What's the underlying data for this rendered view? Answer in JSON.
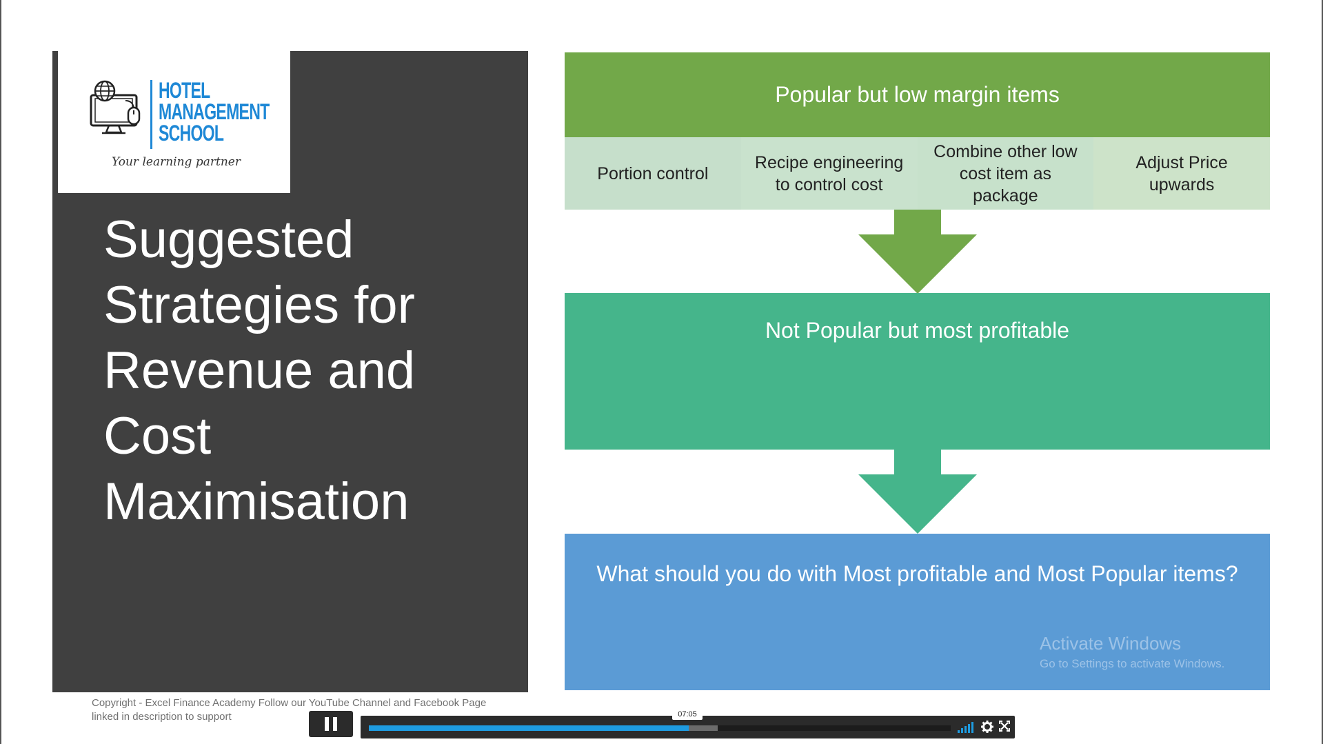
{
  "slide": {
    "logo": {
      "line1": "HOTEL",
      "line2": "MANAGEMENT",
      "line3": "SCHOOL",
      "tagline": "Your learning partner"
    },
    "title_lines": [
      "Suggested",
      "Strategies for",
      "Revenue and",
      "Cost",
      "Maximisation"
    ],
    "copyright_line1": "Copyright - Excel Finance Academy  Follow our YouTube Channel and Facebook Page",
    "copyright_line2": "linked in description to support",
    "flow": {
      "box1": "Popular but low margin items",
      "sub_items": [
        "Portion control",
        "Recipe engineering to control cost",
        "Combine other low cost item as package",
        "Adjust Price upwards"
      ],
      "box2": "Not Popular but most profitable",
      "box3": "What should you do with Most profitable and Most Popular items?"
    },
    "watermark": {
      "line1": "Activate Windows",
      "line2": "Go to Settings to activate Windows."
    }
  },
  "player": {
    "time_tooltip": "07:05",
    "progress_fraction": 0.55,
    "buffered_fraction": 0.6,
    "icons": [
      "pause-icon",
      "volume-icon",
      "gear-icon",
      "fullscreen-icon"
    ]
  },
  "colors": {
    "box1": "#72a849",
    "box2": "#45b58b",
    "box3": "#5b9bd5",
    "subrow": "#c6dfcb",
    "panel": "#404040",
    "logo_blue": "#1e88d6",
    "progress": "#1e9be0"
  }
}
